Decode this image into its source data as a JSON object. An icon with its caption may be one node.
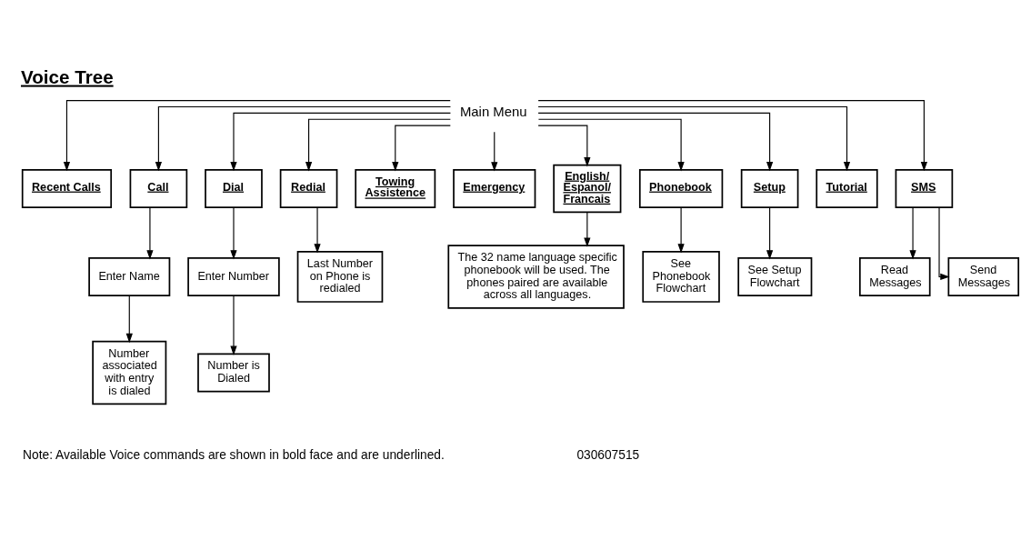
{
  "diagram": {
    "title": "Voice Tree",
    "nodes": [
      {
        "text": [
          "Main Menu"
        ]
      },
      {
        "text": [
          "Recent Calls"
        ]
      },
      {
        "text": [
          "Call"
        ]
      },
      {
        "text": [
          "Dial"
        ]
      },
      {
        "text": [
          "Redial"
        ]
      },
      {
        "text": [
          "Towing Assistence"
        ]
      },
      {
        "text": [
          "Emergency"
        ]
      },
      {
        "text": [
          "English/ Espanol/ Francais"
        ]
      },
      {
        "text": [
          "Phonebook"
        ]
      },
      {
        "text": [
          "Setup"
        ]
      },
      {
        "text": [
          "Tutorial"
        ]
      },
      {
        "text": [
          "SMS"
        ]
      },
      {
        "text": [
          "Enter Name"
        ]
      },
      {
        "text": [
          "Enter Number"
        ]
      },
      {
        "text": [
          "Last Number on Phone is redialed"
        ]
      },
      {
        "text": [
          "See Phonebook Flowchart"
        ]
      },
      {
        "text": [
          "See Setup Flowchart"
        ]
      },
      {
        "text": [
          "Read Messages"
        ]
      },
      {
        "text": [
          "Send Messages"
        ]
      },
      {
        "text": [
          "Number associated with entry is dialed"
        ]
      },
      {
        "text": [
          "Number is Dialed"
        ]
      },
      {
        "text": [
          "The 32 name language specific phonebook will be used. The phones paired are available across all languages."
        ]
      }
    ],
    "edges": [
      {
        "from": 0,
        "to": 1,
        "arrow": "to"
      },
      {
        "from": 0,
        "to": 2,
        "arrow": "to"
      },
      {
        "from": 0,
        "to": 3,
        "arrow": "to"
      },
      {
        "from": 0,
        "to": 4,
        "arrow": "to"
      },
      {
        "from": 0,
        "to": 5,
        "arrow": "to"
      },
      {
        "from": 0,
        "to": 6,
        "arrow": "to"
      },
      {
        "from": 0,
        "to": 7,
        "arrow": "to"
      },
      {
        "from": 0,
        "to": 8,
        "arrow": "to"
      },
      {
        "from": 0,
        "to": 9,
        "arrow": "to"
      },
      {
        "from": 0,
        "to": 10,
        "arrow": "to"
      },
      {
        "from": 0,
        "to": 11,
        "arrow": "to"
      },
      {
        "from": 2,
        "to": 12,
        "arrow": "to"
      },
      {
        "from": 3,
        "to": 13,
        "arrow": "to"
      },
      {
        "from": 4,
        "to": 14,
        "arrow": "to"
      },
      {
        "from": 8,
        "to": 15,
        "arrow": "to"
      },
      {
        "from": 9,
        "to": 16,
        "arrow": "to"
      },
      {
        "from": 11,
        "to": 17,
        "arrow": "to"
      },
      {
        "from": 11,
        "to": 18,
        "arrow": "to"
      },
      {
        "from": 12,
        "to": 19,
        "arrow": "to"
      },
      {
        "from": 13,
        "to": 20,
        "arrow": "to"
      },
      {
        "from": 7,
        "to": 21,
        "arrow": "to"
      }
    ],
    "labels": [
      "Note: Available Voice commands are shown in bold face and are underlined.",
      "030607515"
    ]
  }
}
